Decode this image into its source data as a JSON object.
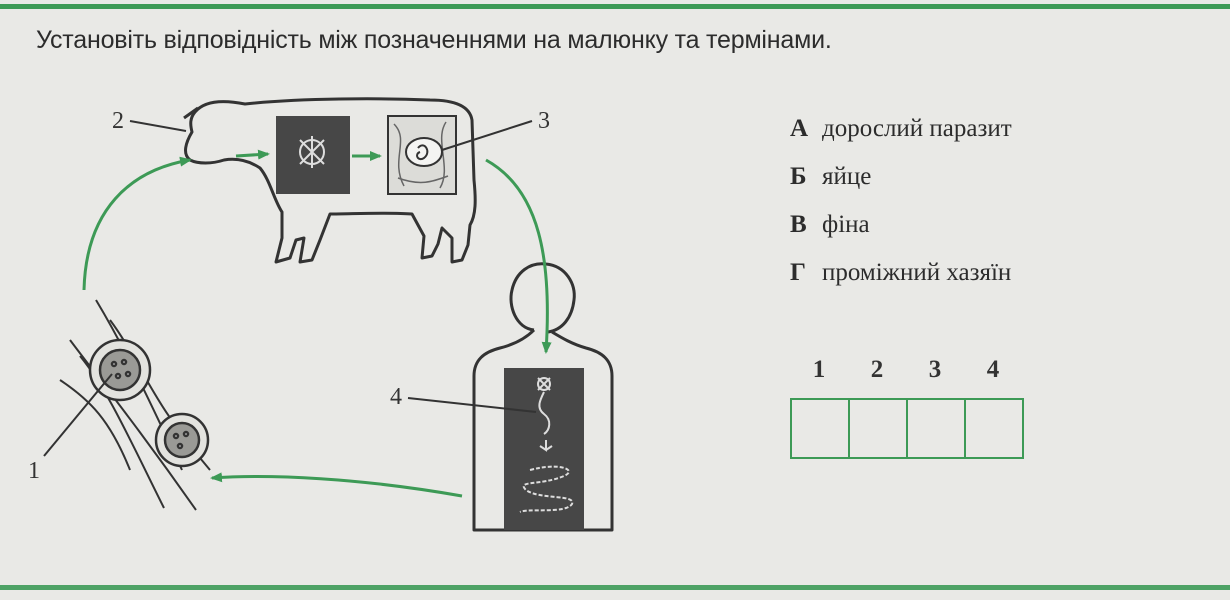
{
  "question": "Установіть відповідність між позначеннями на малюнку та термінами.",
  "figure": {
    "labels": [
      "1",
      "2",
      "3",
      "4"
    ]
  },
  "options": [
    {
      "letter": "А",
      "text": "дорослий паразит"
    },
    {
      "letter": "Б",
      "text": "яйце"
    },
    {
      "letter": "В",
      "text": "фіна"
    },
    {
      "letter": "Г",
      "text": "проміжний хазяїн"
    }
  ],
  "answer_table": {
    "headers": [
      "1",
      "2",
      "3",
      "4"
    ],
    "values": [
      "",
      "",
      "",
      ""
    ]
  },
  "colors": {
    "accent": "#3d9a56",
    "ink": "#2c2c2c",
    "dark_panel": "#444444"
  }
}
